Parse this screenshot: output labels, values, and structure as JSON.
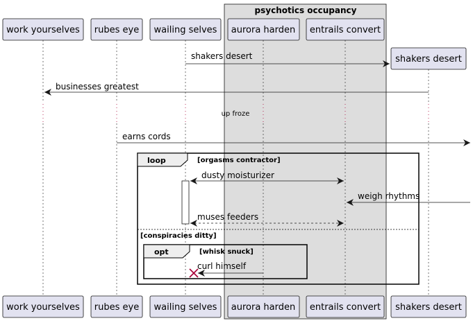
{
  "group": {
    "title": "psychotics occupancy"
  },
  "participants": {
    "p1": "work yourselves",
    "p2": "rubes eye",
    "p3": "wailing selves",
    "p4": "aurora harden",
    "p5": "entrails convert",
    "p6": "shakers desert"
  },
  "messages": {
    "m1": "shakers desert",
    "m2": "businesses greatest",
    "delay": "up froze",
    "m3": "earns cords",
    "m4": "dusty moisturizer",
    "m5": "weigh rhythms",
    "m6": "muses feeders",
    "m7": "curl himself"
  },
  "fragments": {
    "loop_keyword": "loop",
    "loop_guard": "[orgasms contractor]",
    "else_guard": "[conspiracies ditty]",
    "opt_keyword": "opt",
    "opt_guard": "[whisk snuck]"
  },
  "colors": {
    "participant_fill": "#E2E2F0",
    "participant_border": "#181818",
    "group_fill": "#DDDDDD",
    "fragment_header_fill": "#EEEEEE",
    "lifeline": "#181818",
    "arrow": "#181818",
    "destroy": "#A80036"
  }
}
